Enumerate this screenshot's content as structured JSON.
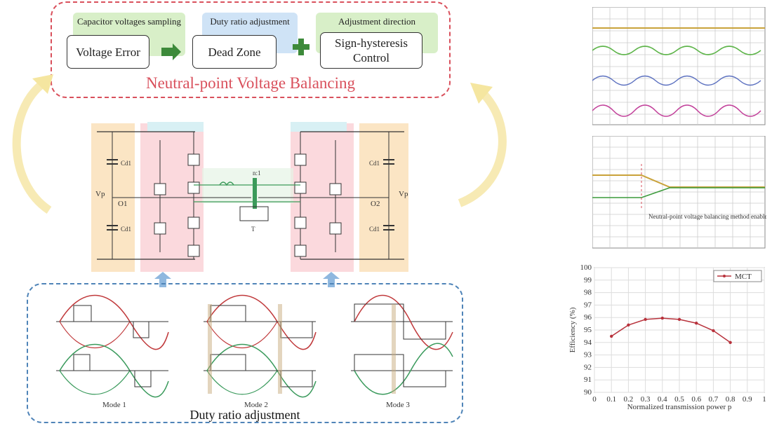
{
  "control": {
    "tags": {
      "sampling": "Capacitor voltages sampling",
      "duty": "Duty ratio adjustment",
      "direction": "Adjustment direction"
    },
    "blocks": {
      "voltage_error": "Voltage Error",
      "dead_zone": "Dead Zone",
      "sign_hysteresis_1": "Sign-hysteresis",
      "sign_hysteresis_2": "Control"
    },
    "title": "Neutral-point Voltage Balancing"
  },
  "duty": {
    "title": "Duty ratio adjustment",
    "modes": [
      "Mode 1",
      "Mode 2",
      "Mode 3"
    ]
  },
  "circuit": {
    "vp_left": "Vp",
    "vp_right": "Vp",
    "o_left": "O1",
    "o_right": "O2",
    "c_top_left": "Cd1",
    "c_bot_left": "Cd1",
    "c_top_right": "Cd1",
    "c_bot_right": "Cd1",
    "ratio": "n:1",
    "transformer": "T"
  },
  "waves_note": "Neutral-point voltage balancing method enabled",
  "colors": {
    "red_dash": "#d9505c",
    "blue_dash": "#4f84b8",
    "arrow_green": "#3d8a3a",
    "arrow_yellow": "#f5e6a0",
    "efficiency_line": "#b8323c"
  },
  "chart_data": {
    "type": "line",
    "xlabel": "Normalized transmission power p",
    "ylabel": "Efficiency (%)",
    "xlim": [
      0,
      1
    ],
    "ylim": [
      90,
      100
    ],
    "x_ticks": [
      0,
      0.1,
      0.2,
      0.3,
      0.4,
      0.5,
      0.6,
      0.7,
      0.8,
      0.9,
      1
    ],
    "y_ticks": [
      90,
      91,
      92,
      93,
      94,
      95,
      96,
      97,
      98,
      99,
      100
    ],
    "grid": true,
    "legend": "top-right",
    "series": [
      {
        "name": "MCT",
        "x": [
          0.1,
          0.2,
          0.3,
          0.4,
          0.5,
          0.6,
          0.7,
          0.8
        ],
        "values": [
          94.5,
          95.4,
          95.85,
          95.95,
          95.85,
          95.55,
          94.95,
          94.0
        ]
      }
    ]
  }
}
